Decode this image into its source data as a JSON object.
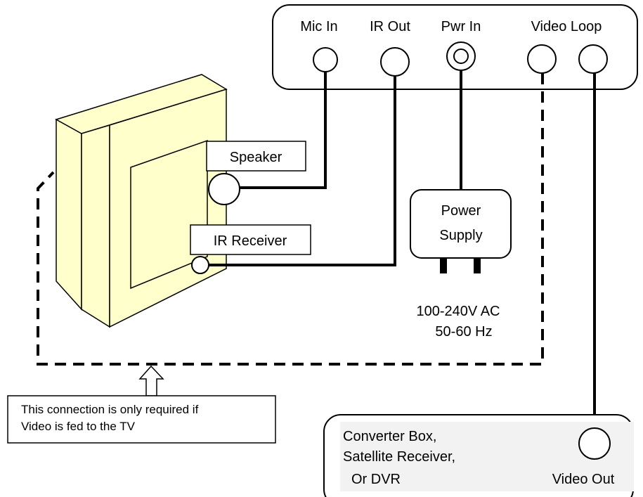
{
  "device": {
    "ports": {
      "mic_in": "Mic In",
      "ir_out": "IR Out",
      "pwr_in": "Pwr In",
      "video_loop": "Video Loop"
    }
  },
  "tv": {
    "speaker": "Speaker",
    "ir_receiver": "IR Receiver"
  },
  "power_supply": {
    "line1": "Power",
    "line2": "Supply",
    "rating_line1": "100-240V AC",
    "rating_line2": "50-60 Hz"
  },
  "note": {
    "line1": "This connection is only required if",
    "line2": "Video is fed to the TV"
  },
  "source": {
    "line1": "Converter Box,",
    "line2": "Satellite Receiver,",
    "line3": "Or DVR",
    "port": "Video Out"
  },
  "colors": {
    "tv_body": "#ffffcc",
    "source_box_fill": "#f2f2f2",
    "line": "#000000"
  }
}
